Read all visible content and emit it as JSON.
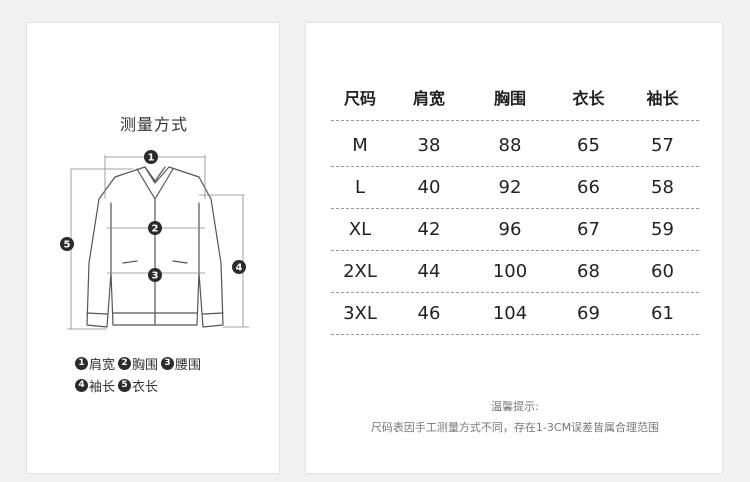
{
  "measure": {
    "title": "测量方式",
    "diagram_numbers": [
      "1",
      "2",
      "3",
      "4",
      "5"
    ],
    "legend_row1": [
      {
        "num": "1",
        "label": "肩宽"
      },
      {
        "num": "2",
        "label": "胸围"
      },
      {
        "num": "3",
        "label": "腰围"
      }
    ],
    "legend_row2": [
      {
        "num": "4",
        "label": "袖长"
      },
      {
        "num": "5",
        "label": "衣长"
      }
    ]
  },
  "size_table": {
    "headers": [
      "尺码",
      "肩宽",
      "胸围",
      "衣长",
      "袖长"
    ],
    "rows": [
      [
        "M",
        "38",
        "88",
        "65",
        "57"
      ],
      [
        "L",
        "40",
        "92",
        "66",
        "58"
      ],
      [
        "XL",
        "42",
        "96",
        "67",
        "59"
      ],
      [
        "2XL",
        "44",
        "100",
        "68",
        "60"
      ],
      [
        "3XL",
        "46",
        "104",
        "69",
        "61"
      ]
    ]
  },
  "notice": {
    "title": "温馨提示:",
    "text": "尺码表因手工测量方式不同，存在1-3CM误差皆属合理范围"
  },
  "colors": {
    "background": "#f1f1f1",
    "panel": "#ffffff",
    "line": "#555555",
    "badge": "#2b2b2b"
  }
}
